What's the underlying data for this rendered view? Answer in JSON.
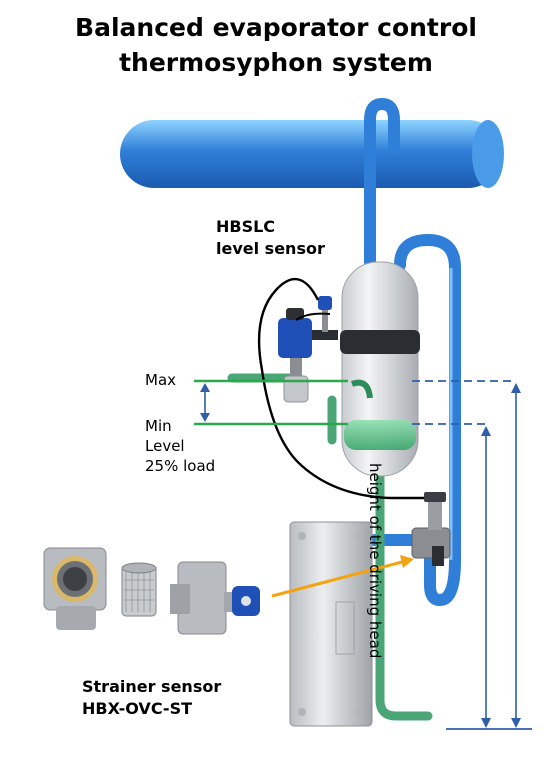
{
  "title_lines": [
    "Balanced evaporator control",
    "thermosyphon system"
  ],
  "level_sensor_lines": [
    "HBSLC",
    "level sensor"
  ],
  "max_label": "Max",
  "min_lines": [
    "Min",
    "Level",
    "25% load"
  ],
  "strainer_lines": [
    "Strainer sensor",
    "HBX-OVC-ST"
  ],
  "driving_head_label": "height of the driving head",
  "colors": {
    "pipe_blue": "#2f7fd8",
    "liquid_green": "#47b57a",
    "level_line_green": "#2aa84a",
    "dashed_blue": "#2f5fa8",
    "arrow_orange": "#f2a30f",
    "sensor_blue": "#1e50b8"
  }
}
